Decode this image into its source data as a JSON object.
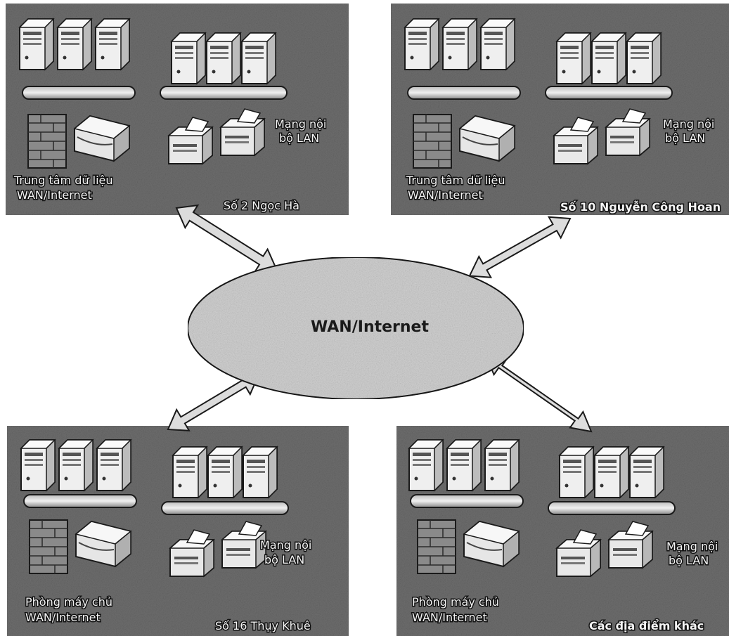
{
  "cloud": {
    "label": "WAN/Internet"
  },
  "sites": [
    {
      "center": [
        "Trung tâm dữ liệu",
        "WAN/Internet"
      ],
      "lan": [
        "Mạng nội",
        "bộ LAN"
      ],
      "name": "Số 2 Ngọc Hà"
    },
    {
      "center": [
        "Trung tâm dữ liệu",
        "WAN/Internet"
      ],
      "lan": [
        "Mạng nội",
        "bộ LAN"
      ],
      "name": "Số 10 Nguyễn Công Hoan"
    },
    {
      "center": [
        "Phòng máy chủ",
        "WAN/Internet"
      ],
      "lan": [
        "Mạng nội",
        "bộ LAN"
      ],
      "name": "Số 16 Thụy Khuê"
    },
    {
      "center": [
        "Phòng máy chủ",
        "WAN/Internet"
      ],
      "lan": [
        "Mạng nội",
        "bộ LAN"
      ],
      "name": "Các địa điểm khác"
    }
  ],
  "colors": {
    "panel": "#6e6e6e",
    "cloud": "#d2d2d2",
    "arrow": "#dcdcdc",
    "outline": "#1a1a1a"
  }
}
